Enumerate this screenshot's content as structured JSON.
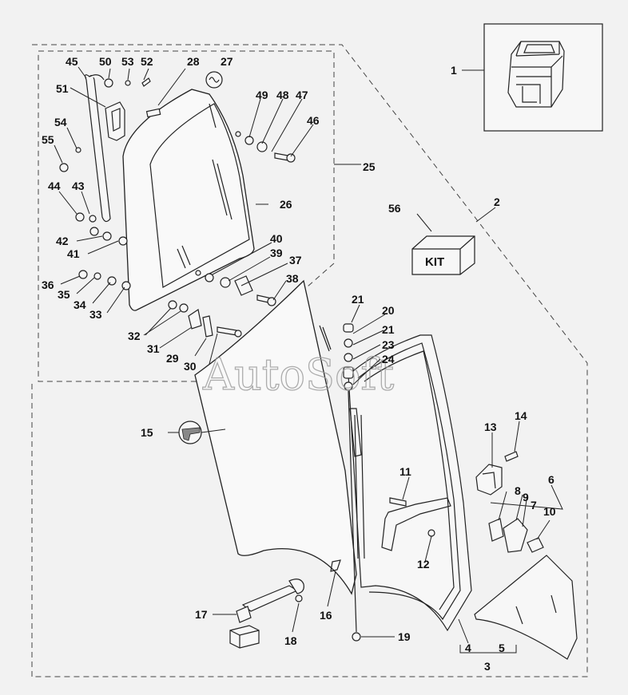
{
  "watermark": "AutoSoft",
  "kit_label": "KIT",
  "callouts": [
    {
      "id": "c1",
      "text": "1"
    },
    {
      "id": "c2",
      "text": "2"
    },
    {
      "id": "c3",
      "text": "3"
    },
    {
      "id": "c4",
      "text": "4"
    },
    {
      "id": "c5",
      "text": "5"
    },
    {
      "id": "c6",
      "text": "6"
    },
    {
      "id": "c7",
      "text": "7"
    },
    {
      "id": "c8",
      "text": "8"
    },
    {
      "id": "c9",
      "text": "9"
    },
    {
      "id": "c10",
      "text": "10"
    },
    {
      "id": "c11",
      "text": "11"
    },
    {
      "id": "c12",
      "text": "12"
    },
    {
      "id": "c13",
      "text": "13"
    },
    {
      "id": "c14",
      "text": "14"
    },
    {
      "id": "c15",
      "text": "15"
    },
    {
      "id": "c16",
      "text": "16"
    },
    {
      "id": "c17",
      "text": "17"
    },
    {
      "id": "c18",
      "text": "18"
    },
    {
      "id": "c19",
      "text": "19"
    },
    {
      "id": "c20",
      "text": "20"
    },
    {
      "id": "c21a",
      "text": "21"
    },
    {
      "id": "c21b",
      "text": "21"
    },
    {
      "id": "c23",
      "text": "23"
    },
    {
      "id": "c24",
      "text": "24"
    },
    {
      "id": "c25",
      "text": "25"
    },
    {
      "id": "c26",
      "text": "26"
    },
    {
      "id": "c27",
      "text": "27"
    },
    {
      "id": "c28",
      "text": "28"
    },
    {
      "id": "c29",
      "text": "29"
    },
    {
      "id": "c30",
      "text": "30"
    },
    {
      "id": "c31",
      "text": "31"
    },
    {
      "id": "c32",
      "text": "32"
    },
    {
      "id": "c33",
      "text": "33"
    },
    {
      "id": "c34",
      "text": "34"
    },
    {
      "id": "c35",
      "text": "35"
    },
    {
      "id": "c36",
      "text": "36"
    },
    {
      "id": "c37",
      "text": "37"
    },
    {
      "id": "c38",
      "text": "38"
    },
    {
      "id": "c39",
      "text": "39"
    },
    {
      "id": "c40",
      "text": "40"
    },
    {
      "id": "c41",
      "text": "41"
    },
    {
      "id": "c42",
      "text": "42"
    },
    {
      "id": "c43",
      "text": "43"
    },
    {
      "id": "c44",
      "text": "44"
    },
    {
      "id": "c45",
      "text": "45"
    },
    {
      "id": "c46",
      "text": "46"
    },
    {
      "id": "c47",
      "text": "47"
    },
    {
      "id": "c48",
      "text": "48"
    },
    {
      "id": "c49",
      "text": "49"
    },
    {
      "id": "c50",
      "text": "50"
    },
    {
      "id": "c51",
      "text": "51"
    },
    {
      "id": "c52",
      "text": "52"
    },
    {
      "id": "c53",
      "text": "53"
    },
    {
      "id": "c54",
      "text": "54"
    },
    {
      "id": "c55",
      "text": "55"
    },
    {
      "id": "c56",
      "text": "56"
    }
  ]
}
